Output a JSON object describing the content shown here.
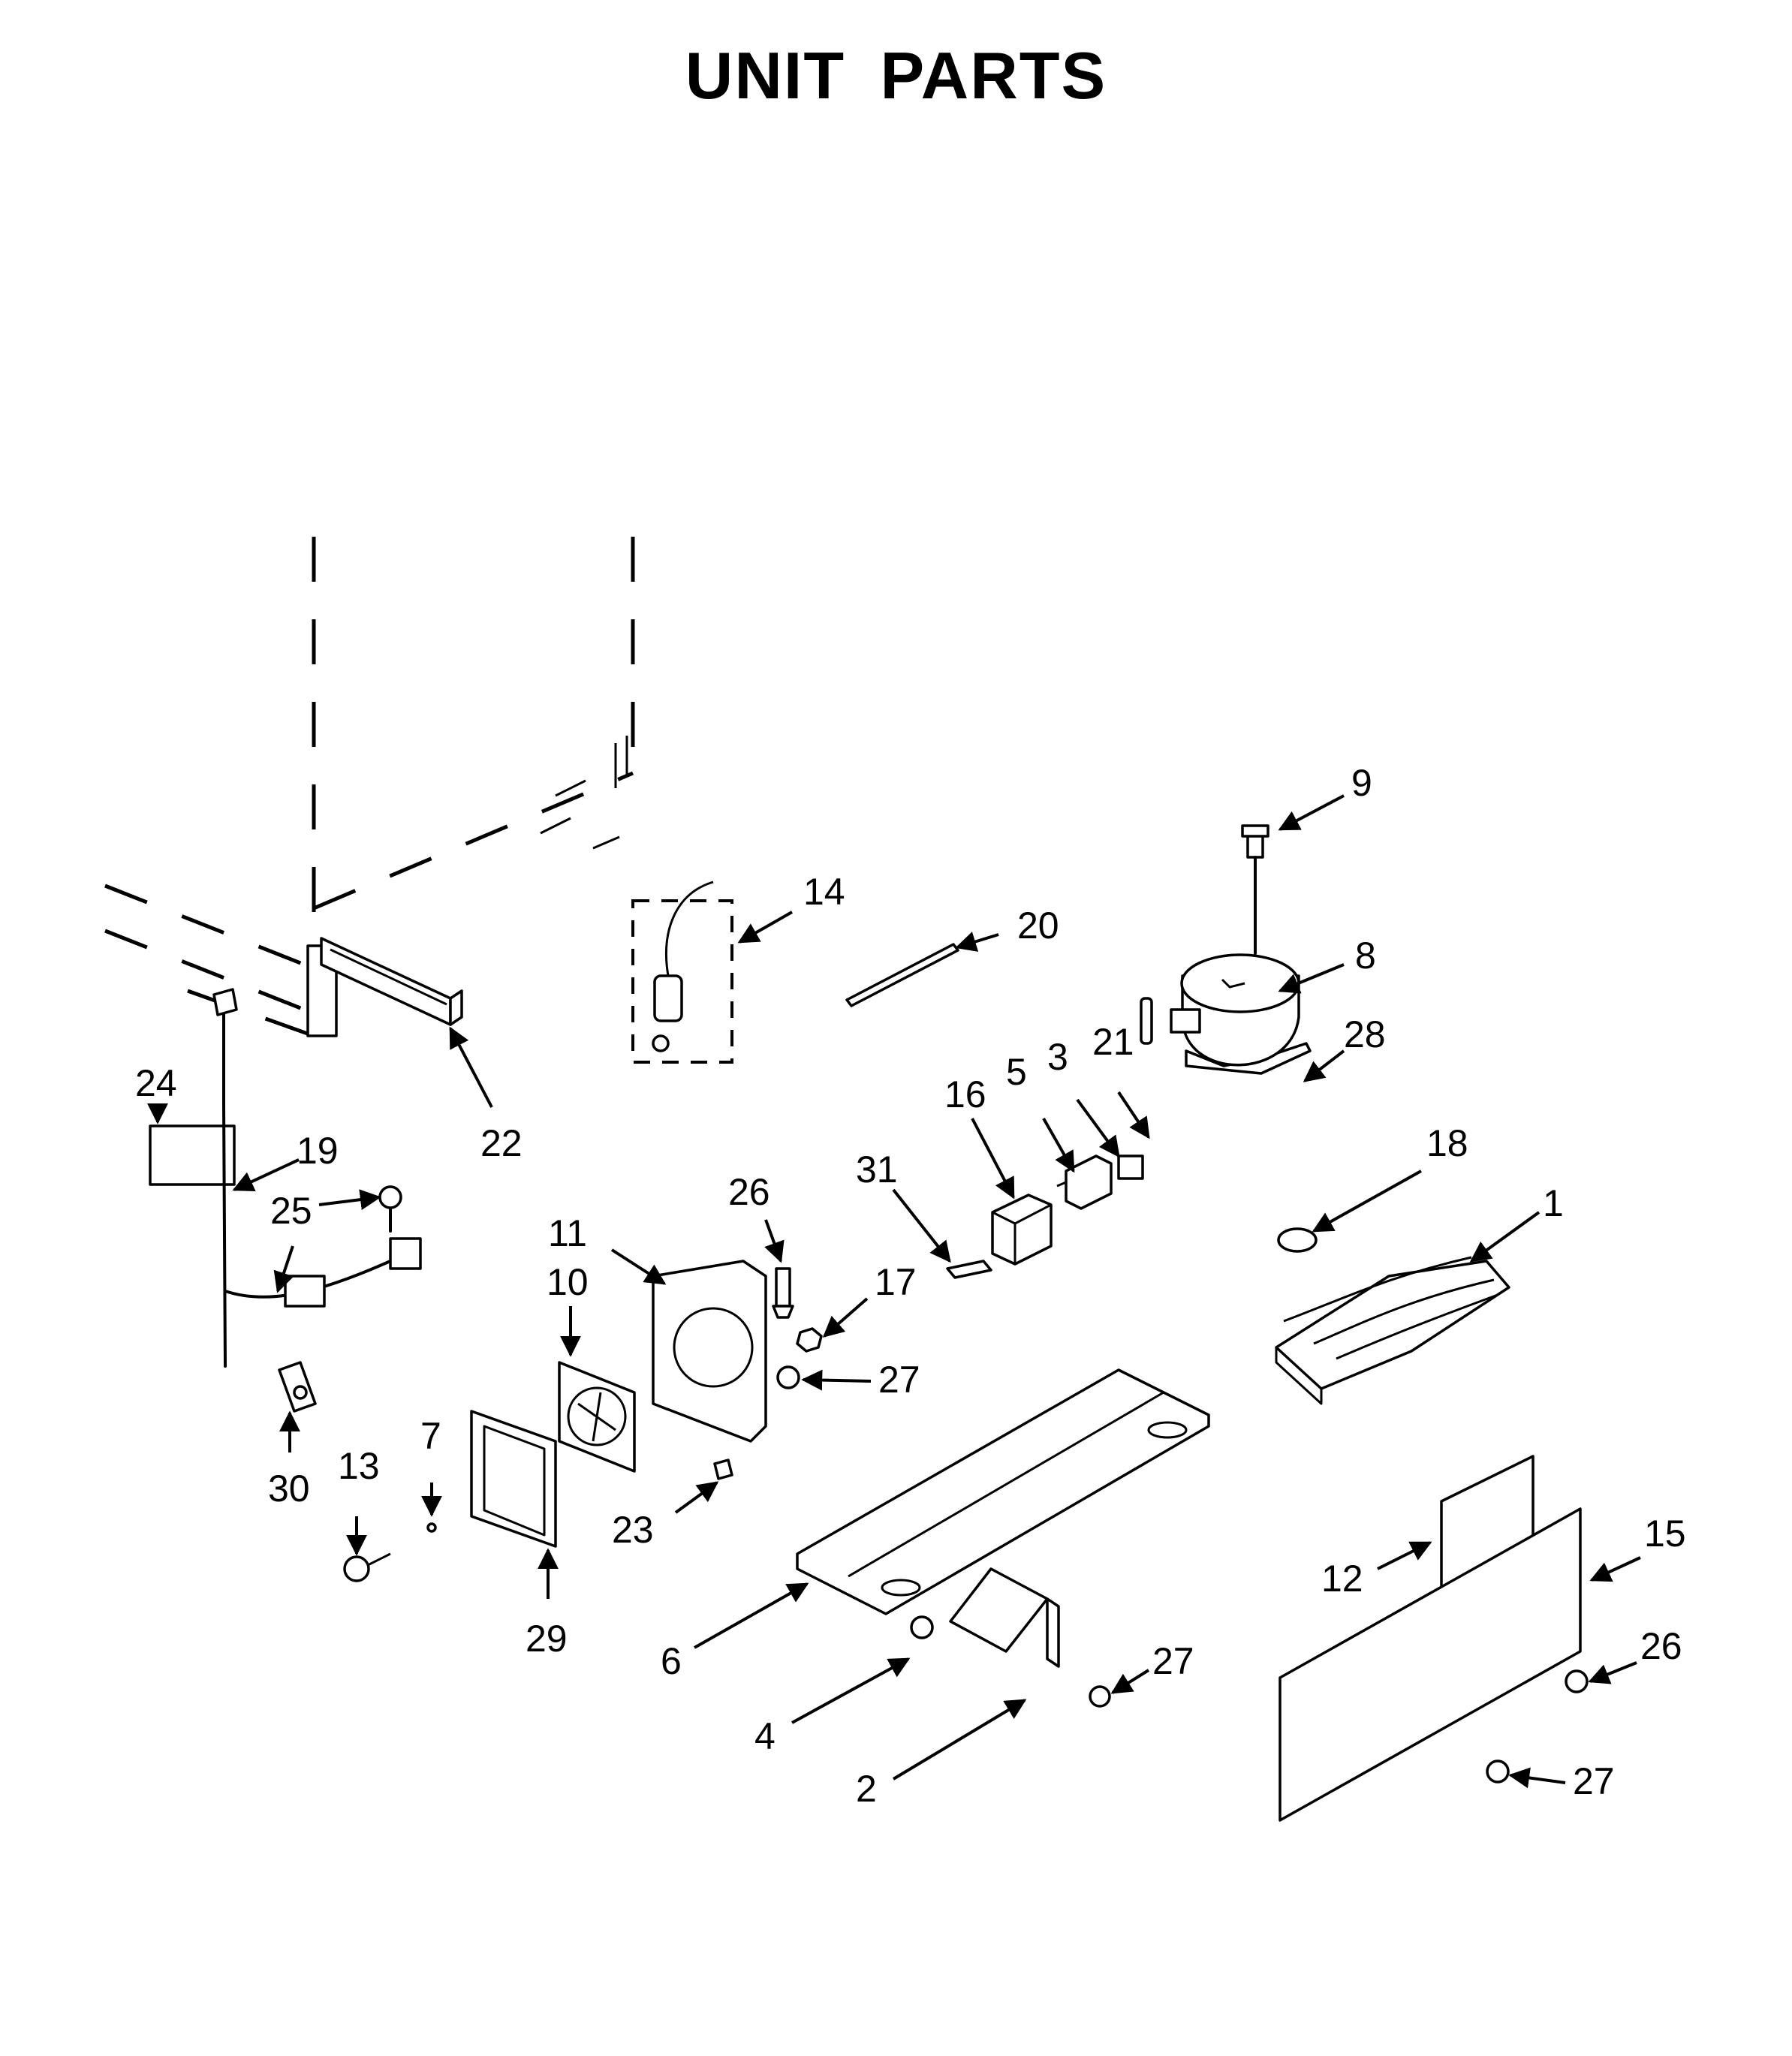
{
  "title": "UNIT PARTS",
  "callouts": {
    "c1": "1",
    "c2": "2",
    "c3": "3",
    "c4": "4",
    "c5": "5",
    "c6": "6",
    "c7": "7",
    "c8": "8",
    "c9": "9",
    "c10": "10",
    "c11": "11",
    "c12": "12",
    "c13": "13",
    "c14": "14",
    "c15": "15",
    "c16": "16",
    "c17": "17",
    "c18": "18",
    "c19": "19",
    "c20": "20",
    "c21": "21",
    "c22": "22",
    "c23": "23",
    "c24": "24",
    "c25": "25",
    "c26a": "26",
    "c26b": "26",
    "c27a": "27",
    "c27b": "27",
    "c27c": "27",
    "c28": "28",
    "c29": "29",
    "c30": "30",
    "c31": "31"
  }
}
